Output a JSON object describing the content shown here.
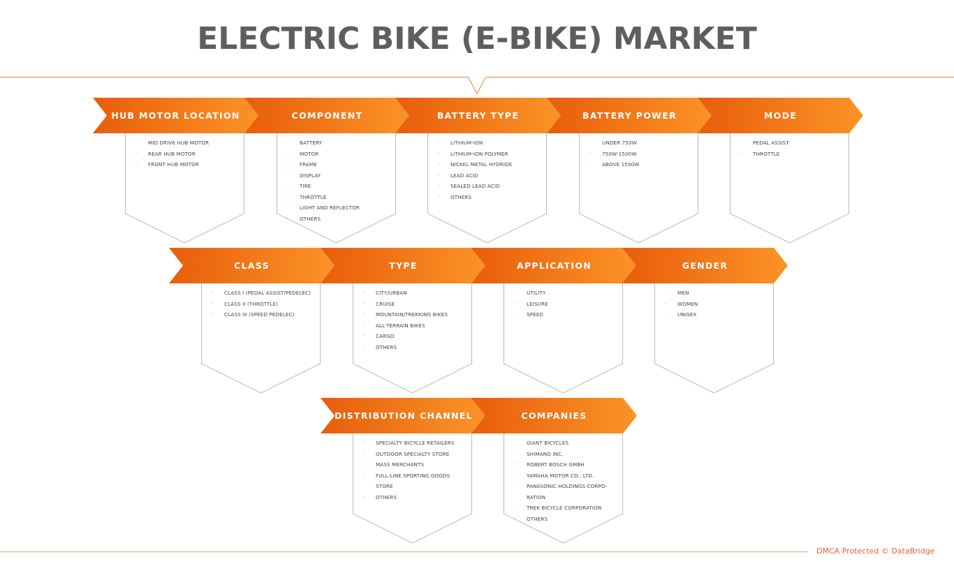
{
  "title": "ELECTRIC BIKE (E-BIKE) MARKET",
  "colors": {
    "accent_dark": "#e85d0c",
    "accent_light": "#fb9427",
    "title": "#5e5e5e",
    "panel_border": "#b9b9b9",
    "footer": "#e8603a"
  },
  "segments": [
    {
      "label": "HUB MOTOR LOCATION",
      "items": [
        "MID DRIVE HUB MOTOR",
        "REAR HUB MOTOR",
        "FRONT HUB MOTOR"
      ]
    },
    {
      "label": "COMPONENT",
      "items": [
        "BATTERY",
        "MOTOR",
        "FRAME",
        "DISPLAY",
        "TIRE",
        "THROTTLE",
        "LIGHT AND REFLECTOR",
        "OTHERS"
      ]
    },
    {
      "label": "BATTERY TYPE",
      "items": [
        "LITHIUM-ION",
        "LITHIUM-ION POLYMER",
        "NICKEL METAL HYDRIDE",
        "LEAD ACID",
        "SEALED LEAD ACID",
        "OTHERS"
      ]
    },
    {
      "label": "BATTERY POWER",
      "items": [
        "UNDER 750W",
        "750W-1500W",
        "ABOVE 1500W"
      ]
    },
    {
      "label": "MODE",
      "items": [
        "PEDAL ASSIST",
        "THROTTLE"
      ]
    },
    {
      "label": "CLASS",
      "items": [
        "CLASS I (PEDAL ASSIST/PEDELEC)",
        "CLASS II (THROTTLE)",
        "CLASS III (SPEED PEDELEC)"
      ]
    },
    {
      "label": "TYPE",
      "items": [
        "CITY/URBAN",
        "CRUISE",
        "MOUNTAIN/TREKKING BIKES",
        "ALL-TERRAIN BIKES",
        "CARGO",
        "OTHERS"
      ]
    },
    {
      "label": "APPLICATION",
      "items": [
        "UTILITY",
        "LEISURE",
        "SPEED"
      ]
    },
    {
      "label": "GENDER",
      "items": [
        "MEN",
        "WOMEN",
        "UNISEX"
      ]
    },
    {
      "label": "DISTRIBUTION CHANNEL",
      "items": [
        "SPECIALTY BICYCLE RETAILERS",
        "OUTDOOR SPECIALTY STORE",
        "MASS MERCHANTS",
        "FULL-LINE SPORTING GOODS",
        "STORE",
        "OTHERS"
      ],
      "bullets": [
        true,
        true,
        true,
        true,
        false,
        true
      ]
    },
    {
      "label": "COMPANIES",
      "items": [
        "GIANT BICYCLES",
        "SHIMANO INC.",
        "ROBERT BOSCH GMBH",
        "YAMAHA MOTOR CO., LTD.",
        " PANASONIC HOLDINGS CORPO-",
        "RATION",
        "TREK BICYCLE CORPORATION",
        "OTHERS"
      ],
      "bullets": [
        true,
        true,
        true,
        true,
        true,
        false,
        true,
        true
      ]
    }
  ],
  "footer": "DMCA Protected © DataBridge"
}
